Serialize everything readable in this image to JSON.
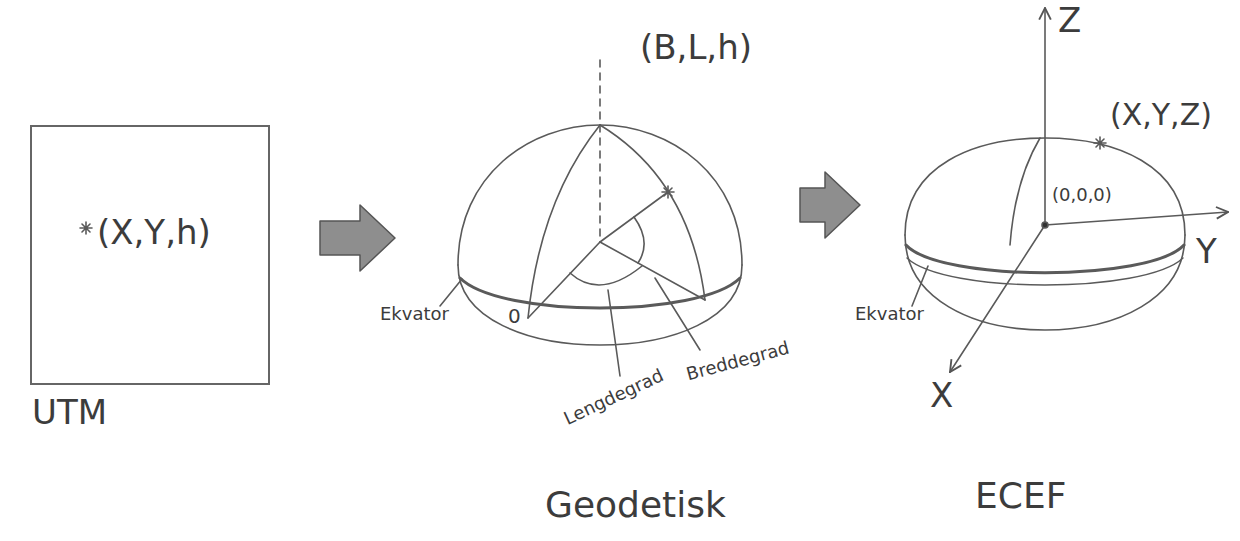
{
  "diagram": {
    "nodes": [
      {
        "text": [
          "(X,Y,h)",
          "UTM"
        ]
      },
      {
        "text": [
          "Geodetisk"
        ]
      },
      {
        "text": [
          "ECEF"
        ]
      }
    ],
    "edges": [
      {
        "from": 0,
        "to": 1,
        "arrow": "to"
      },
      {
        "from": 1,
        "to": 2,
        "arrow": "to"
      }
    ],
    "labels": [
      "(B,L,h)",
      "Ekvator",
      "0",
      "Lengdegrad",
      "Breddegrad",
      "Z",
      "(X,Y,Z)",
      "(0,0,0)",
      "Y",
      "Ekvator",
      "X"
    ]
  }
}
